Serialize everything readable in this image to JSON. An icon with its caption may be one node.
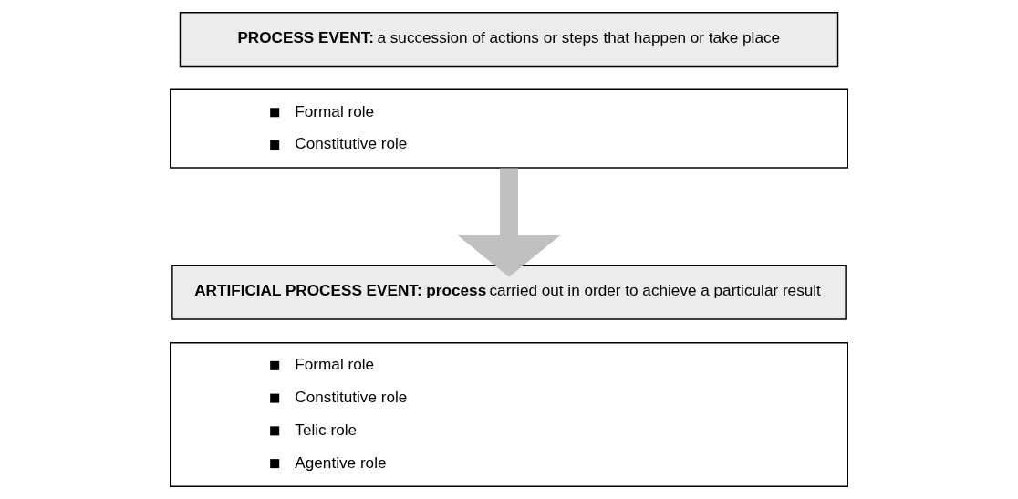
{
  "diagram": {
    "nodes": [
      {
        "text": [
          "**PROCESS EVENT:** a succession of actions or steps that happen or take place"
        ]
      },
      {
        "text": [
          "Formal role",
          "Constitutive role"
        ]
      },
      {
        "text": [
          "**ARTIFICIAL PROCESS EVENT: process** carried out in order to achieve a particular result"
        ]
      },
      {
        "text": [
          "Formal role",
          "Constitutive role",
          "Telic role",
          "Agentive role"
        ]
      }
    ],
    "edges": [
      {
        "from": 1,
        "to": 2,
        "arrow": "to"
      }
    ]
  }
}
